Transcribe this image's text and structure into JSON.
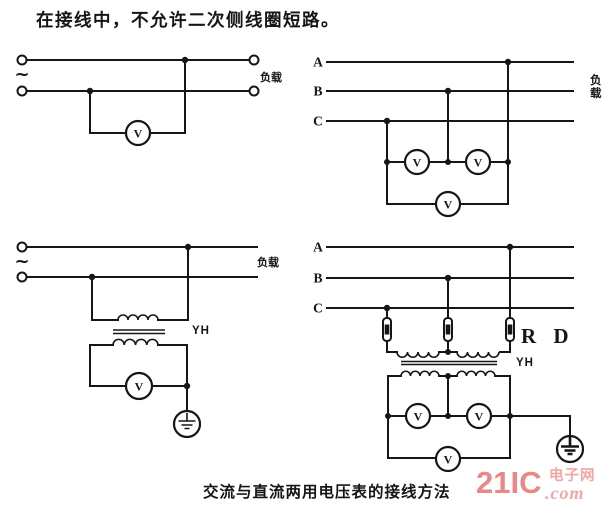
{
  "header": {
    "title": "在接线中，不允许二次侧线圈短路。"
  },
  "footer": {
    "caption": "交流与直流两用电压表的接线方法"
  },
  "labels": {
    "voltmeter": "V",
    "ac_source": "~",
    "load": "负载",
    "phase_a": "A",
    "phase_b": "B",
    "phase_c": "C",
    "voltage_transformer": "YH",
    "fuse": "R D"
  },
  "watermark": {
    "brand": "21IC",
    "site_name": "电子网",
    "domain_suffix": ".com",
    "color_primary": "#ea8888",
    "color_secondary": "#f2a6a6"
  },
  "colors": {
    "ink": "#161616",
    "background": "#ffffff"
  }
}
